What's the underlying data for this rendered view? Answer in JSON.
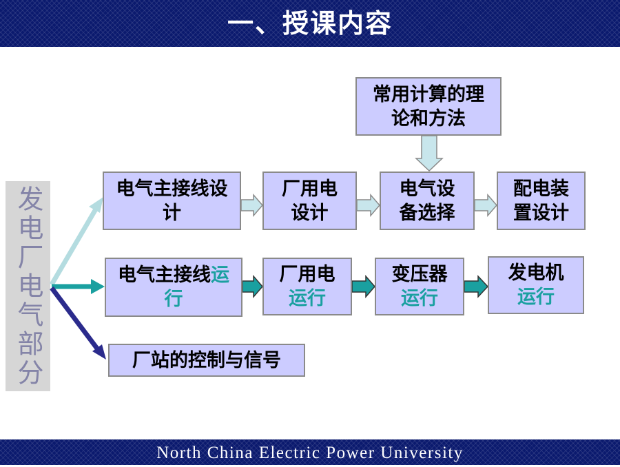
{
  "header": {
    "title": "一、授课内容"
  },
  "footer": {
    "text": "North China Electric Power University"
  },
  "side_label": "发电厂电气部分",
  "top_box": {
    "text": "常用计算的理论和方法"
  },
  "row1": [
    {
      "text": "电气主接线设计"
    },
    {
      "text": "厂用电设计"
    },
    {
      "text": "电气设备选择"
    },
    {
      "text": "配电装置设计"
    }
  ],
  "row2": [
    {
      "text": "电气主接线",
      "suffix": "运行"
    },
    {
      "text": "厂用电",
      "suffix": "运行"
    },
    {
      "text": "变压器",
      "suffix": "运行"
    },
    {
      "text": "发电机",
      "suffix": "运行"
    }
  ],
  "row3": {
    "text": "厂站的控制与信号"
  },
  "colors": {
    "band": "#0b1a6e",
    "box_fill": "#ccccff",
    "arrow_light_blue": "#b4dce0",
    "arrow_teal": "#1aa0a0",
    "arrow_navy": "#2b2b8c",
    "side_label_text": "#8484a8"
  }
}
